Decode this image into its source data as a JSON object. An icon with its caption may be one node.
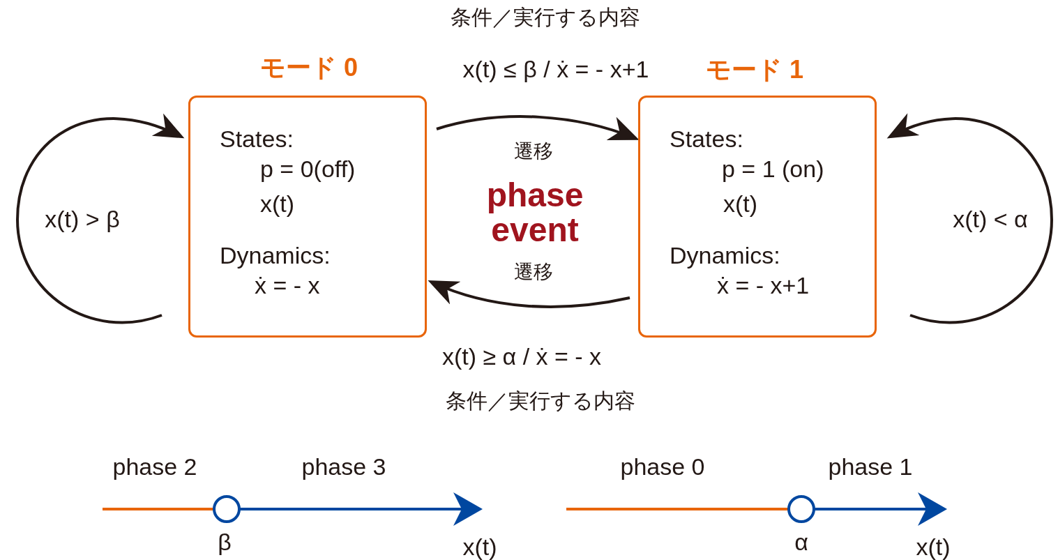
{
  "diagram": {
    "nodes": [
      {
        "text": [
          "モード 0",
          "States:",
          "p = 0(off)",
          "x(t)",
          "Dynamics:",
          "ẋ = - x"
        ]
      },
      {
        "text": [
          "モード 1",
          "States:",
          "p = 1 (on)",
          "x(t)",
          "Dynamics:",
          "ẋ = - x+1"
        ]
      }
    ],
    "edges": [
      {
        "from": 0,
        "to": 1,
        "arrow": "to",
        "label": "x(t) ≤ β / ẋ = - x+1"
      },
      {
        "from": 1,
        "to": 0,
        "arrow": "to",
        "label": "x(t) ≥ α / ẋ = - x"
      },
      {
        "from": 0,
        "to": 0,
        "arrow": "to",
        "label": "x(t) > β"
      },
      {
        "from": 1,
        "to": 1,
        "arrow": "to",
        "label": "x(t) < α"
      }
    ],
    "labels": [
      "条件／実行する内容",
      "遷移",
      "phase event",
      "遷移",
      "条件／実行する内容",
      "phase 2",
      "phase 3",
      "β",
      "x(t)",
      "phase 0",
      "phase 1",
      "α",
      "x(t)"
    ]
  }
}
